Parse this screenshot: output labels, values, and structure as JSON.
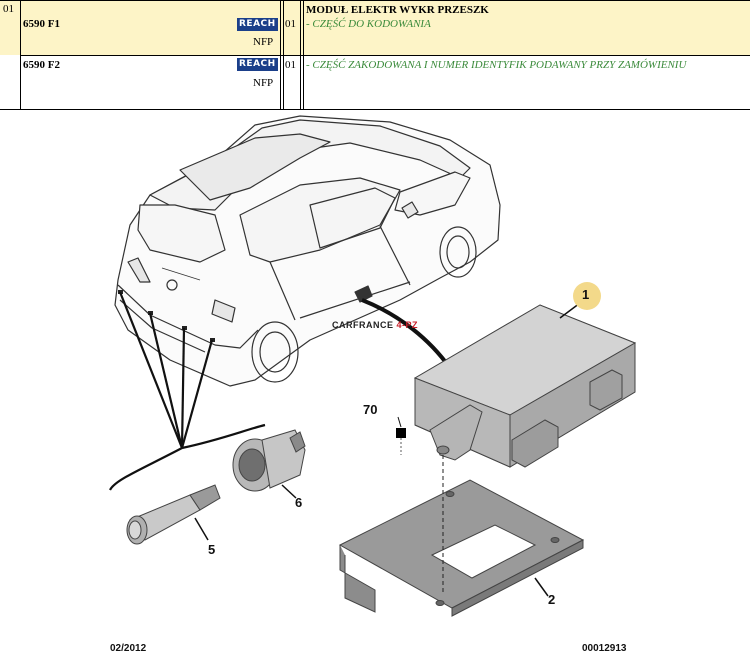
{
  "table": {
    "header_ref": "01",
    "rows": [
      {
        "part_number": "6590 F1",
        "badge": "REACH",
        "tag": "NFP",
        "qty": "01",
        "title": "MODUŁ ELEKTR WYKR PRZESZK",
        "description": "- CZĘŚĆ DO KODOWANIA"
      },
      {
        "part_number": "6590 F2",
        "badge": "REACH",
        "tag": "NFP",
        "qty": "01",
        "description": "- CZĘŚĆ ZAKODOWANA I NUMER IDENTYFIK PODAWANY PRZY ZAMÓWIENIU"
      }
    ]
  },
  "diagram": {
    "watermark": {
      "left": "CARFRANCE",
      "right": "4-PZ"
    },
    "callouts": {
      "module": "1",
      "bracket": "2",
      "sensor": "5",
      "sensor_holder": "6",
      "screw": "70"
    },
    "footer": {
      "date": "02/2012",
      "figure_code": "00012913"
    },
    "colors": {
      "part_fill": "#bfbfbf",
      "callout_circle": "#f3d98a",
      "badge": "#1b3f8a"
    }
  }
}
